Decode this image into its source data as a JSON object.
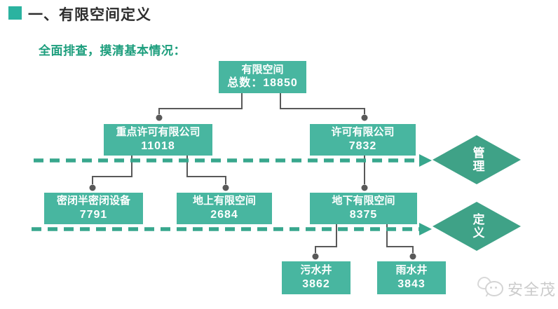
{
  "page": {
    "title": "一、有限空间定义",
    "subtitle": "全面排查，摸清基本情况："
  },
  "colors": {
    "node_fill": "#48b6a0",
    "header_square": "#2bb3a0",
    "diamond_fill": "#3fa287",
    "connector": "#595959",
    "dashed_arrow": "#38a78d",
    "title_text": "#2d2d2d",
    "subtitle_text": "#1d9e7d",
    "watermark_text": "#cbcbcb"
  },
  "tree": {
    "root": {
      "label": "有限空间",
      "value": "总数：18850"
    },
    "level2": [
      {
        "label": "重点许可有限公司",
        "value": "11018"
      },
      {
        "label": "许可有限公司",
        "value": "7832"
      }
    ],
    "level3": [
      {
        "label": "密闭半密闭设备",
        "value": "7791"
      },
      {
        "label": "地上有限空间",
        "value": "2684"
      },
      {
        "label": "地下有限空间",
        "value": "8375"
      }
    ],
    "level4": [
      {
        "label": "污水井",
        "value": "3862"
      },
      {
        "label": "雨水井",
        "value": "3843"
      }
    ]
  },
  "diamonds": [
    {
      "label": "管理"
    },
    {
      "label": "定义"
    }
  ],
  "watermark": {
    "text": "安全茂",
    "icon": "wechat-bubbles-icon"
  }
}
